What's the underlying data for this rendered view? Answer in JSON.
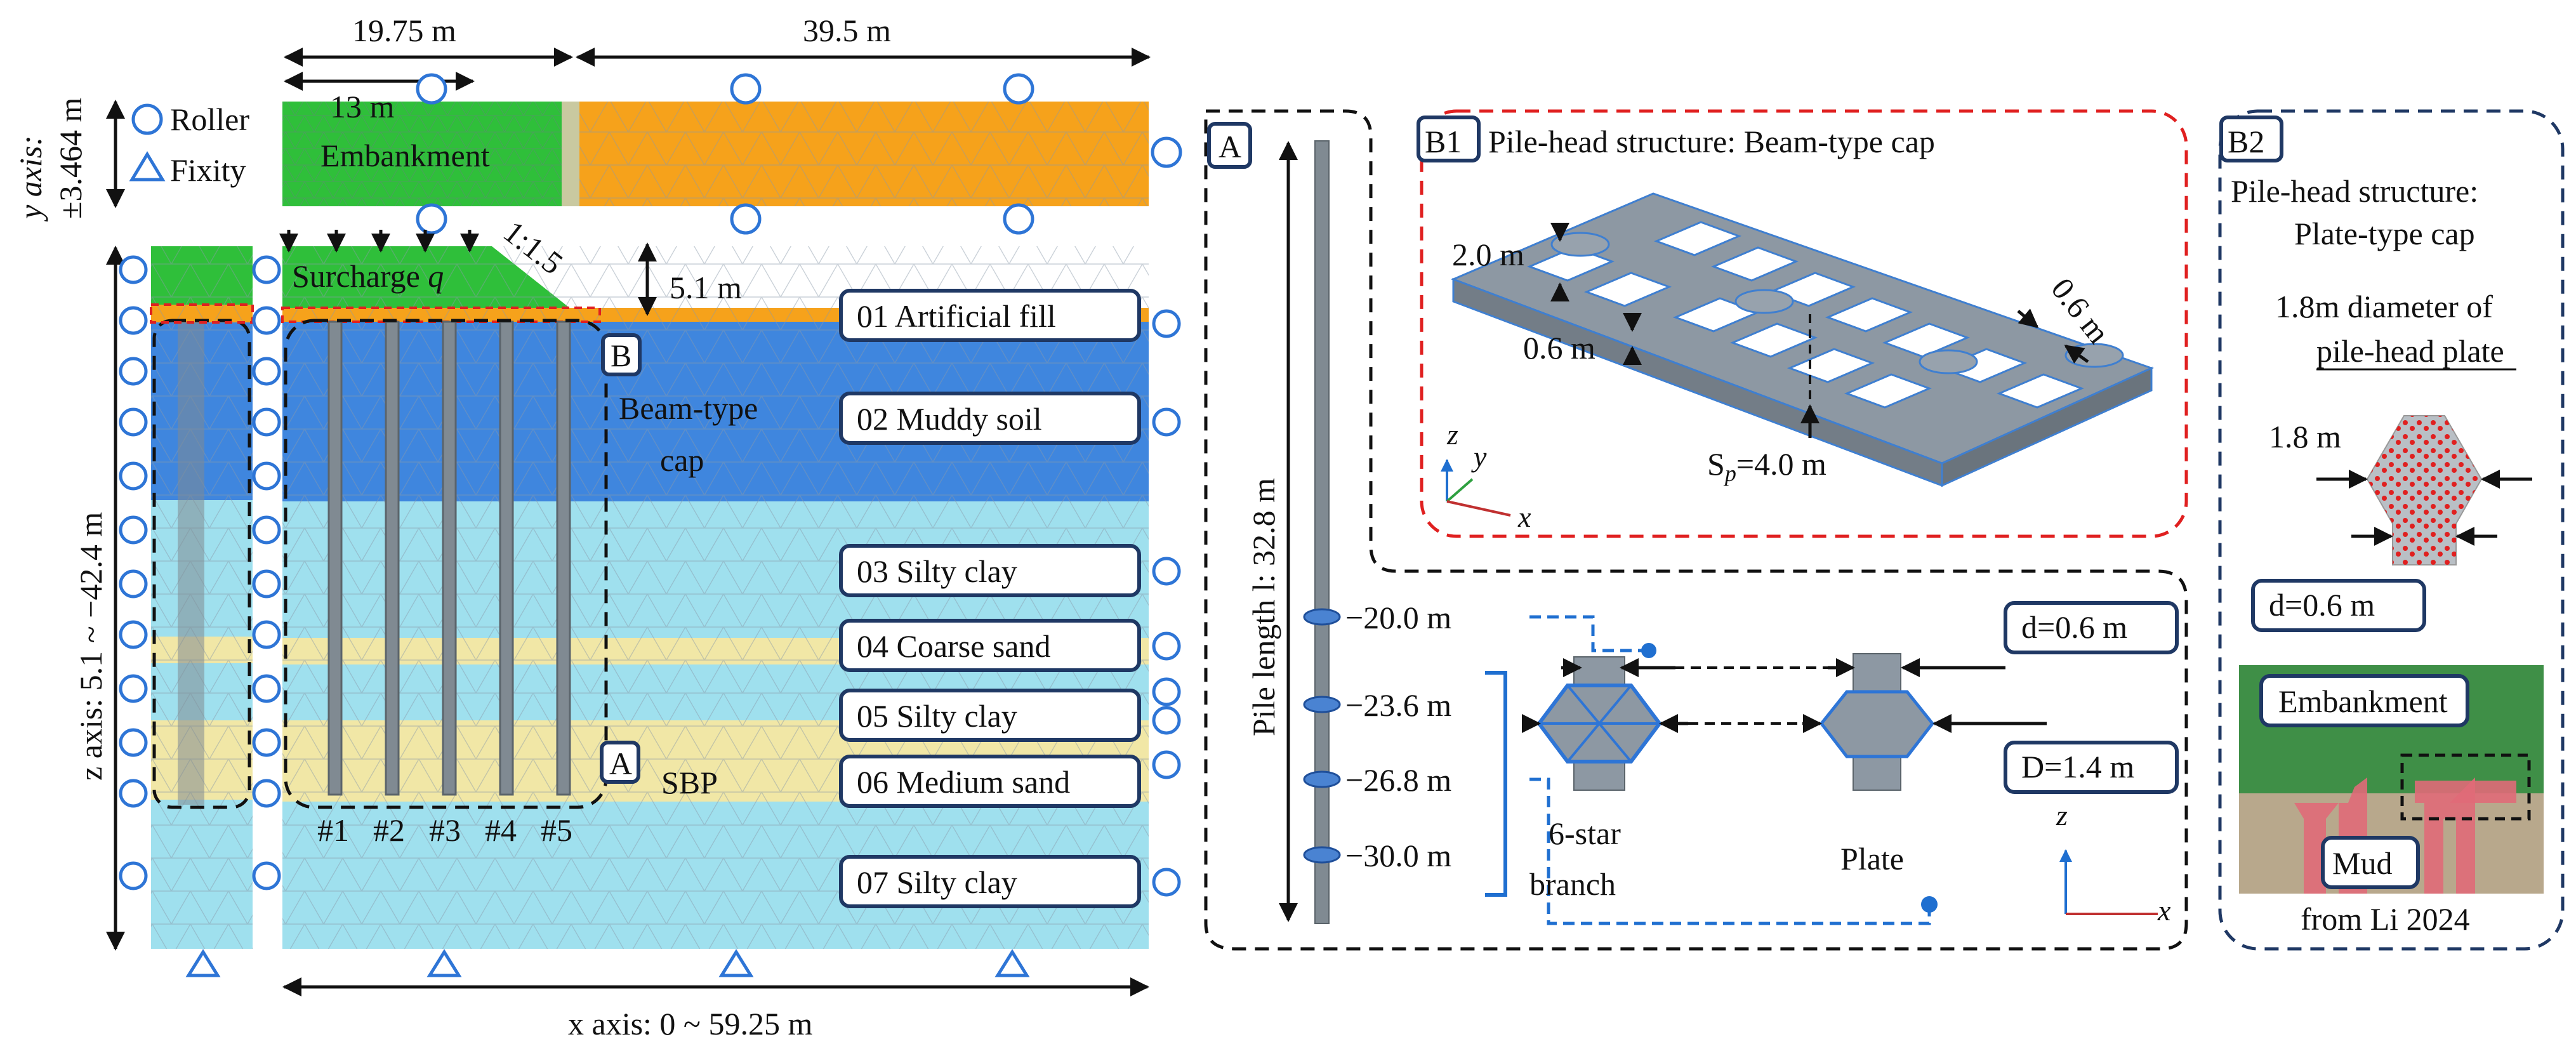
{
  "colors": {
    "embankment": "#2fbf3a",
    "fill_orange": "#f6a21b",
    "muddy_blue": "#3f86de",
    "silty_clay": "#9fe0ee",
    "sand": "#f1e7a6",
    "bc_blue": "#2e75d6",
    "frame_navy": "#1f3864",
    "red_dash": "#e02020",
    "mud_red": "#e06a78"
  },
  "top_model": {
    "dim_left": "19.75 m",
    "dim_right": "39.5 m",
    "dim_13": "13 m",
    "embankment_label": "Embankment",
    "y_axis_label": "y axis:",
    "y_axis_value": "±3.464 m",
    "legend_roller": "Roller",
    "legend_fixity": "Fixity"
  },
  "section": {
    "surcharge_label": "Surcharge",
    "surcharge_symbol": "q",
    "slope_label": "1:1.5",
    "height_label": "5.1 m",
    "z_axis_label": "z axis: 5.1 ~ −42.4 m",
    "x_axis_label": "x axis: 0 ~ 59.25 m",
    "marker_b": "B",
    "beam_cap_label_1": "Beam-type",
    "beam_cap_label_2": "cap",
    "marker_a": "A",
    "sbp_label": "SBP",
    "pile_numbers": [
      "#1",
      "#2",
      "#3",
      "#4",
      "#5"
    ],
    "layers": [
      {
        "label": "01 Artificial fill"
      },
      {
        "label": "02 Muddy soil"
      },
      {
        "label": "03 Silty clay"
      },
      {
        "label": "04 Coarse sand"
      },
      {
        "label": "05 Silty clay"
      },
      {
        "label": "06 Medium sand"
      },
      {
        "label": "07 Silty clay"
      }
    ]
  },
  "panel_a": {
    "tag": "A",
    "pile_length_label": "Pile length l: 32.8 m",
    "depths": [
      "−20.0 m",
      "−23.6 m",
      "−26.8 m",
      "−30.0 m"
    ],
    "d_label": "d=0.6 m",
    "D_label": "D=1.4 m",
    "star_label_1": "6-star",
    "star_label_2": "branch",
    "plate_label": "Plate",
    "axis_z": "z",
    "axis_x": "x"
  },
  "panel_b1": {
    "tag": "B1",
    "title": "Pile-head structure: Beam-type cap",
    "dim_2": "2.0 m",
    "dim_06a": "0.6 m",
    "dim_06b": "0.6 m",
    "sp_label": "Sp=4.0 m",
    "axis_z": "z",
    "axis_y": "y",
    "axis_x": "x"
  },
  "panel_b2": {
    "tag": "B2",
    "title_1": "Pile-head structure:",
    "title_2": "Plate-type cap",
    "desc_1": "1.8m diameter of",
    "desc_2": "pile-head plate",
    "dim_18": "1.8 m",
    "d_label": "d=0.6 m",
    "photo_embankment": "Embankment",
    "photo_mud": "Mud",
    "source": "from Li 2024"
  }
}
